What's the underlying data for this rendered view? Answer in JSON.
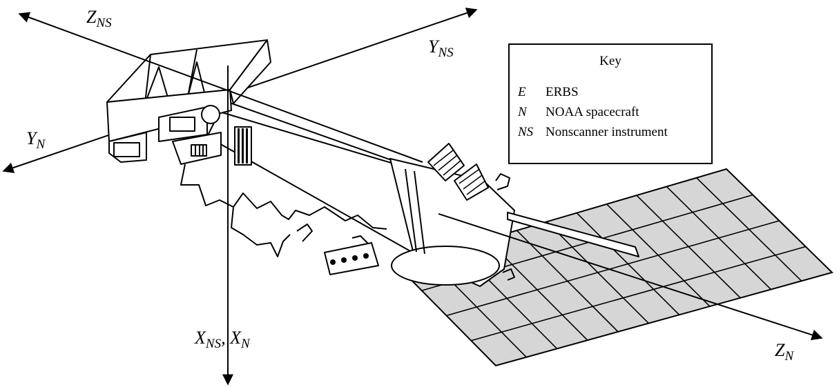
{
  "axes": {
    "z_ns": {
      "base": "Z",
      "sub": "NS"
    },
    "y_ns": {
      "base": "Y",
      "sub": "NS"
    },
    "y_n": {
      "base": "Y",
      "sub": "N"
    },
    "x_ns_x_n": {
      "base1": "X",
      "sub1": "NS",
      "sep": ", ",
      "base2": "X",
      "sub2": "N"
    },
    "z_n": {
      "base": "Z",
      "sub": "N"
    }
  },
  "key": {
    "title": "Key",
    "entries": [
      {
        "abbr": "E",
        "desc": "ERBS"
      },
      {
        "abbr": "N",
        "desc": "NOAA spacecraft"
      },
      {
        "abbr": "NS",
        "desc": "Nonscanner instrument"
      }
    ]
  },
  "colors": {
    "line": "#000000",
    "panel_fill": "#d6d6d6"
  }
}
